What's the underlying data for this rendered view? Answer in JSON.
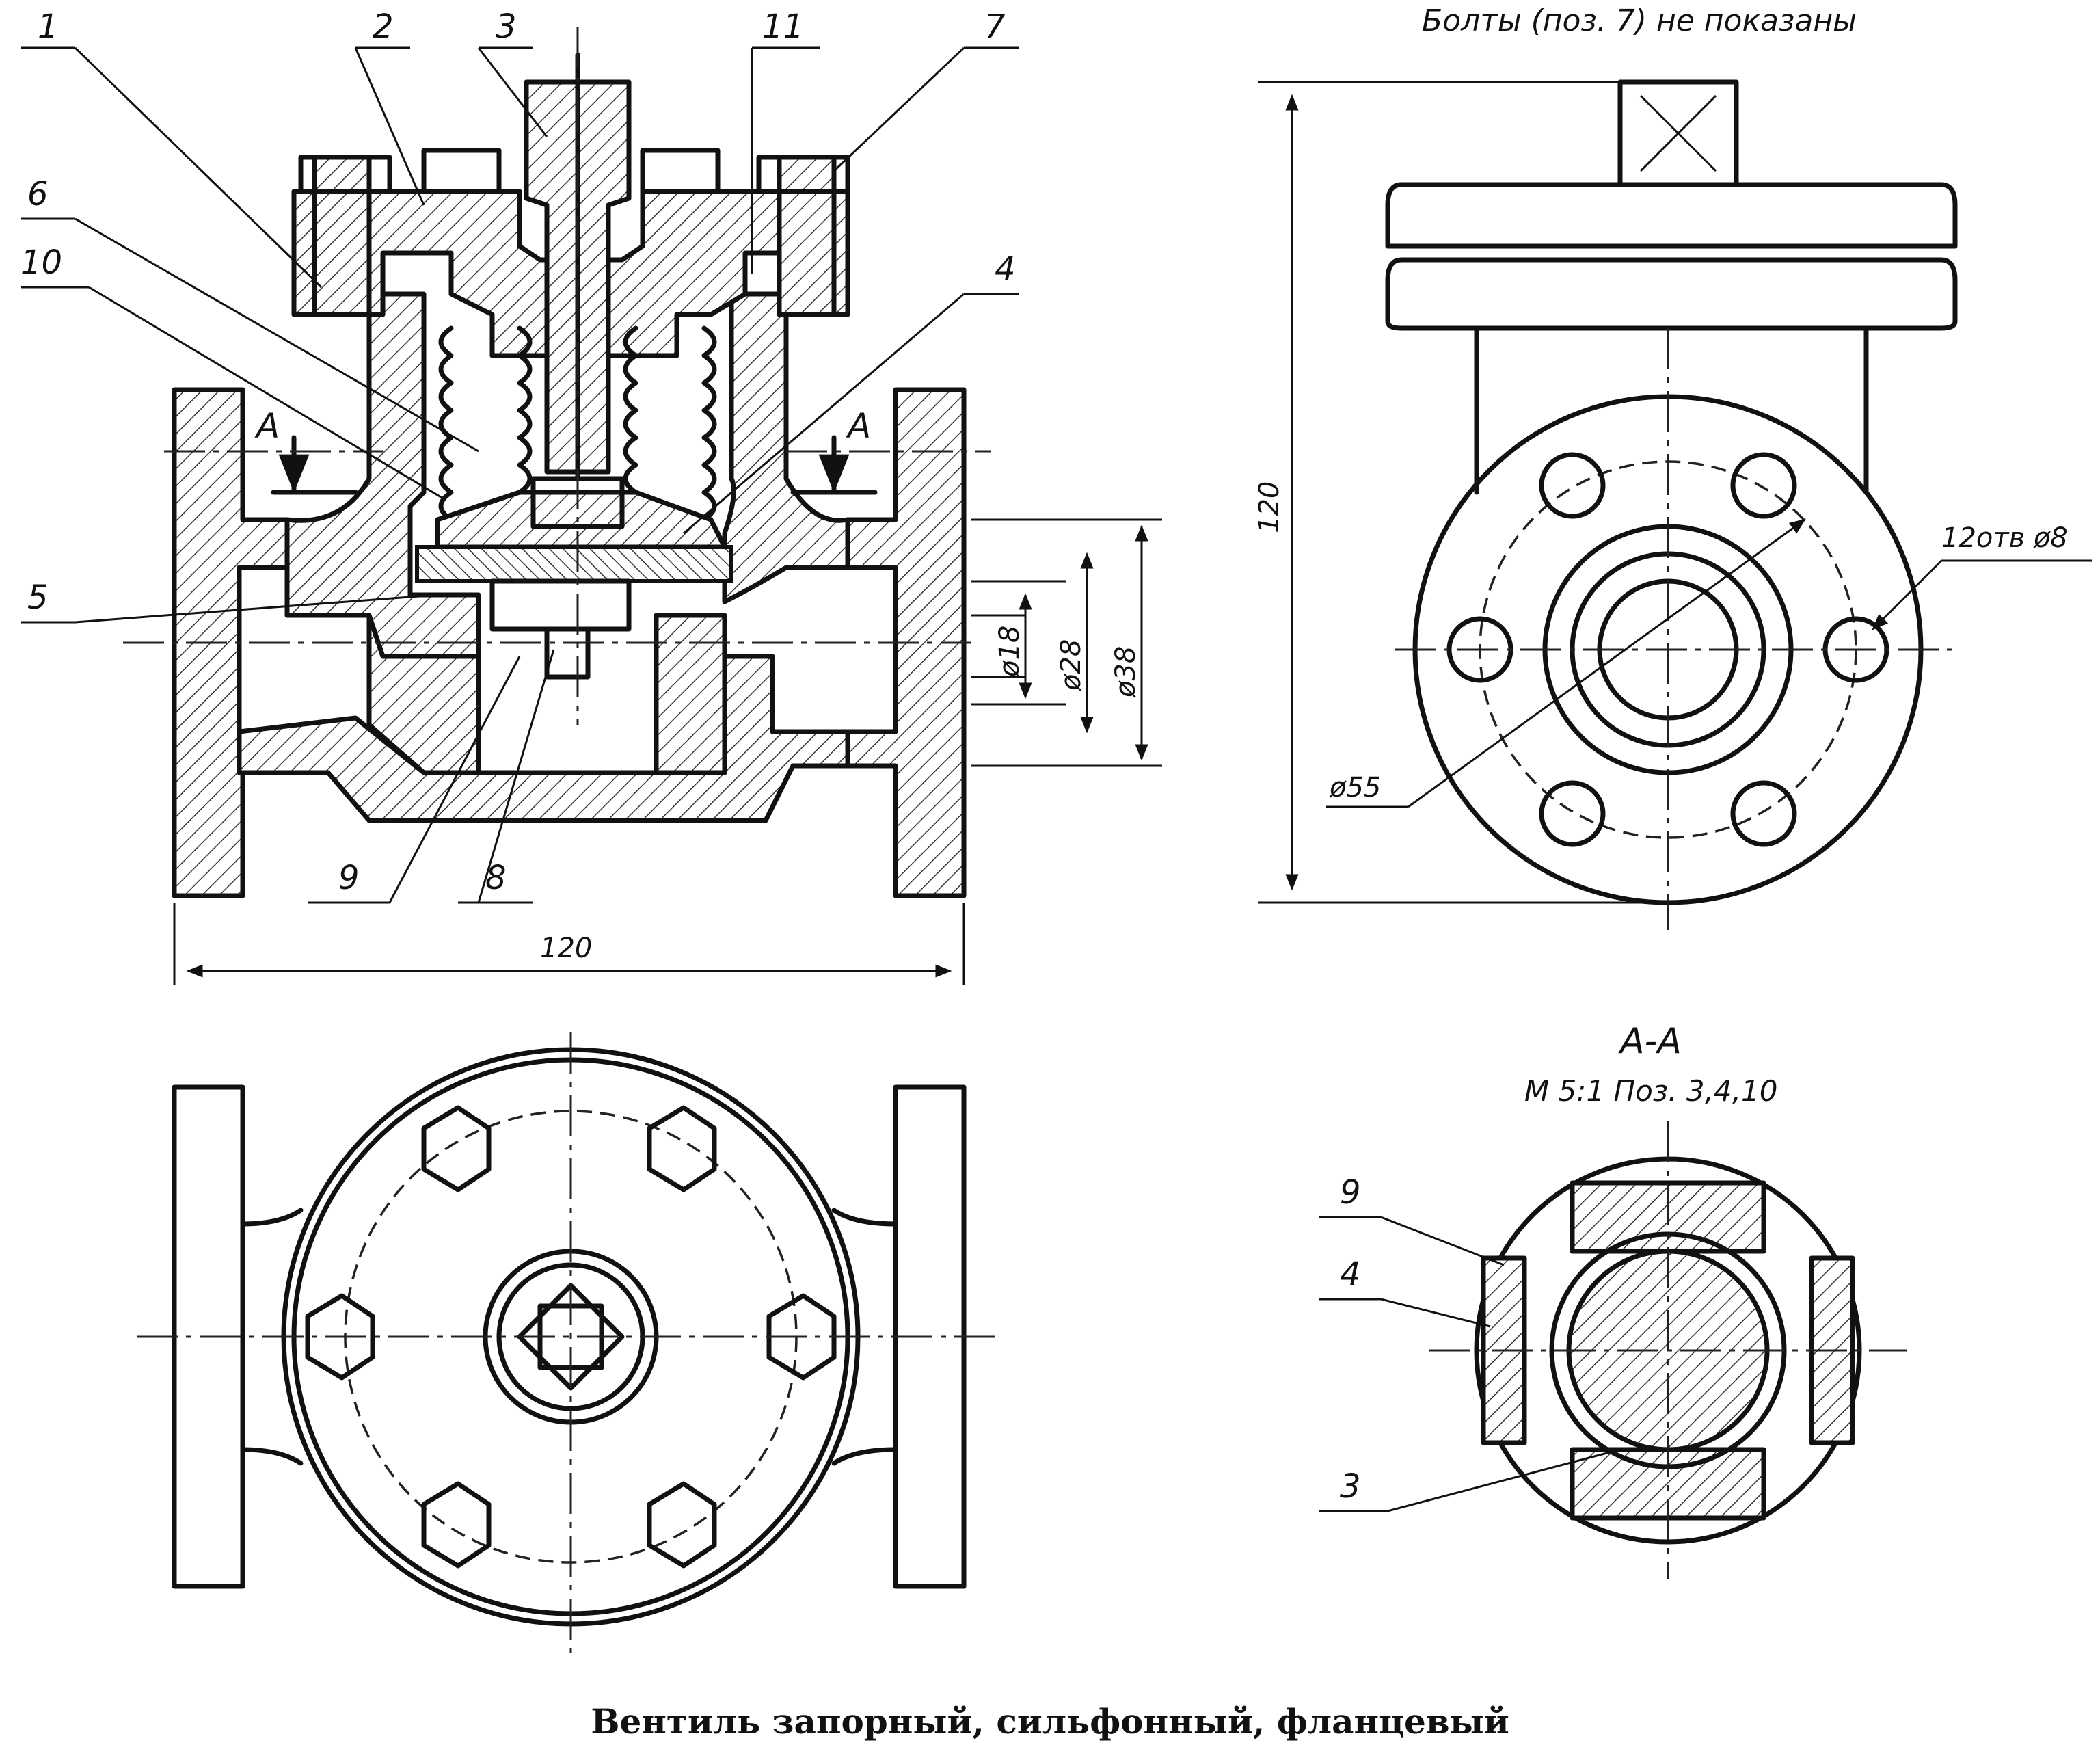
{
  "caption": "Вентиль запорный, сильфонный, фланцевый",
  "note_top": "Болты (поз. 7) не показаны",
  "section_title": "А-А",
  "section_scale": "М 5:1 Поз. 3,4,10",
  "section_marks": [
    "А",
    "А"
  ],
  "leaders": {
    "n1": "1",
    "n2": "2",
    "n3": "3",
    "n11": "11",
    "n7": "7",
    "n6": "6",
    "n10": "10",
    "n4": "4",
    "n5": "5",
    "n9": "9",
    "n8": "8"
  },
  "section_leaders": {
    "n9": "9",
    "n4": "4",
    "n3": "3"
  },
  "dimensions": {
    "length": "120",
    "height": "120",
    "d18": "ø18",
    "d28": "ø28",
    "d38": "ø38",
    "d55": "ø55",
    "holes": "12отв ø8"
  }
}
